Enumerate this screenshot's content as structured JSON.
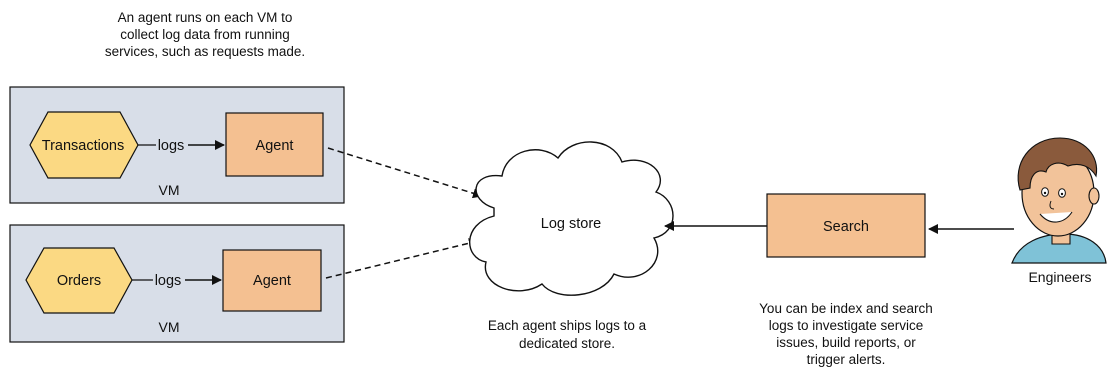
{
  "annotations": {
    "top_caption": [
      "An agent runs on each VM to",
      "collect log data from running",
      "services, such as requests made."
    ],
    "store_caption": [
      "Each agent ships logs to a",
      "dedicated store."
    ],
    "search_caption": [
      "You can be index and search",
      "logs to investigate service",
      "issues, build reports, or",
      "trigger alerts."
    ]
  },
  "vms": [
    {
      "service_label": "Transactions",
      "edge_label": "logs",
      "agent_label": "Agent",
      "vm_label": "VM"
    },
    {
      "service_label": "Orders",
      "edge_label": "logs",
      "agent_label": "Agent",
      "vm_label": "VM"
    }
  ],
  "log_store": {
    "label": "Log store"
  },
  "search": {
    "label": "Search"
  },
  "engineer": {
    "label": "Engineers"
  },
  "colors": {
    "vm_fill": "#d8dee8",
    "agent_fill": "#f4c091",
    "service_fill": "#fbd983",
    "skin": "#f2c39a",
    "hair": "#8a5a3c",
    "shirt": "#7fc2d7",
    "stroke": "#111111"
  }
}
